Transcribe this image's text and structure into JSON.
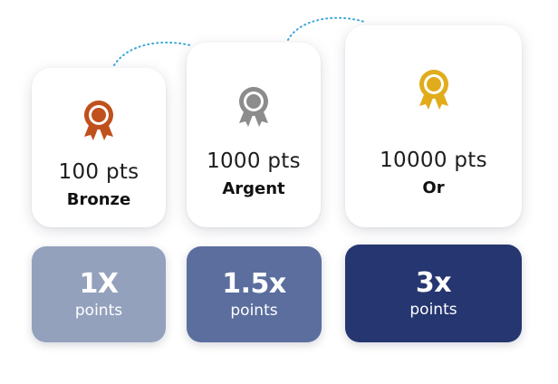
{
  "tiers": [
    {
      "points": "100 pts",
      "name": "Bronze",
      "medal_color": "#c0501c",
      "medal_icon": "award-ribbon-icon"
    },
    {
      "points": "1000 pts",
      "name": "Argent",
      "medal_color": "#8c8c8c",
      "medal_icon": "award-ribbon-icon"
    },
    {
      "points": "10000 pts",
      "name": "Or",
      "medal_color": "#e1ac1c",
      "medal_icon": "award-ribbon-icon"
    }
  ],
  "multipliers": [
    {
      "value": "1X",
      "unit": "points",
      "color": "#94a1bd"
    },
    {
      "value": "1.5x",
      "unit": "points",
      "color": "#5b6e9e"
    },
    {
      "value": "3x",
      "unit": "points",
      "color": "#253670"
    }
  ],
  "connector_color": "#3aa6d8"
}
